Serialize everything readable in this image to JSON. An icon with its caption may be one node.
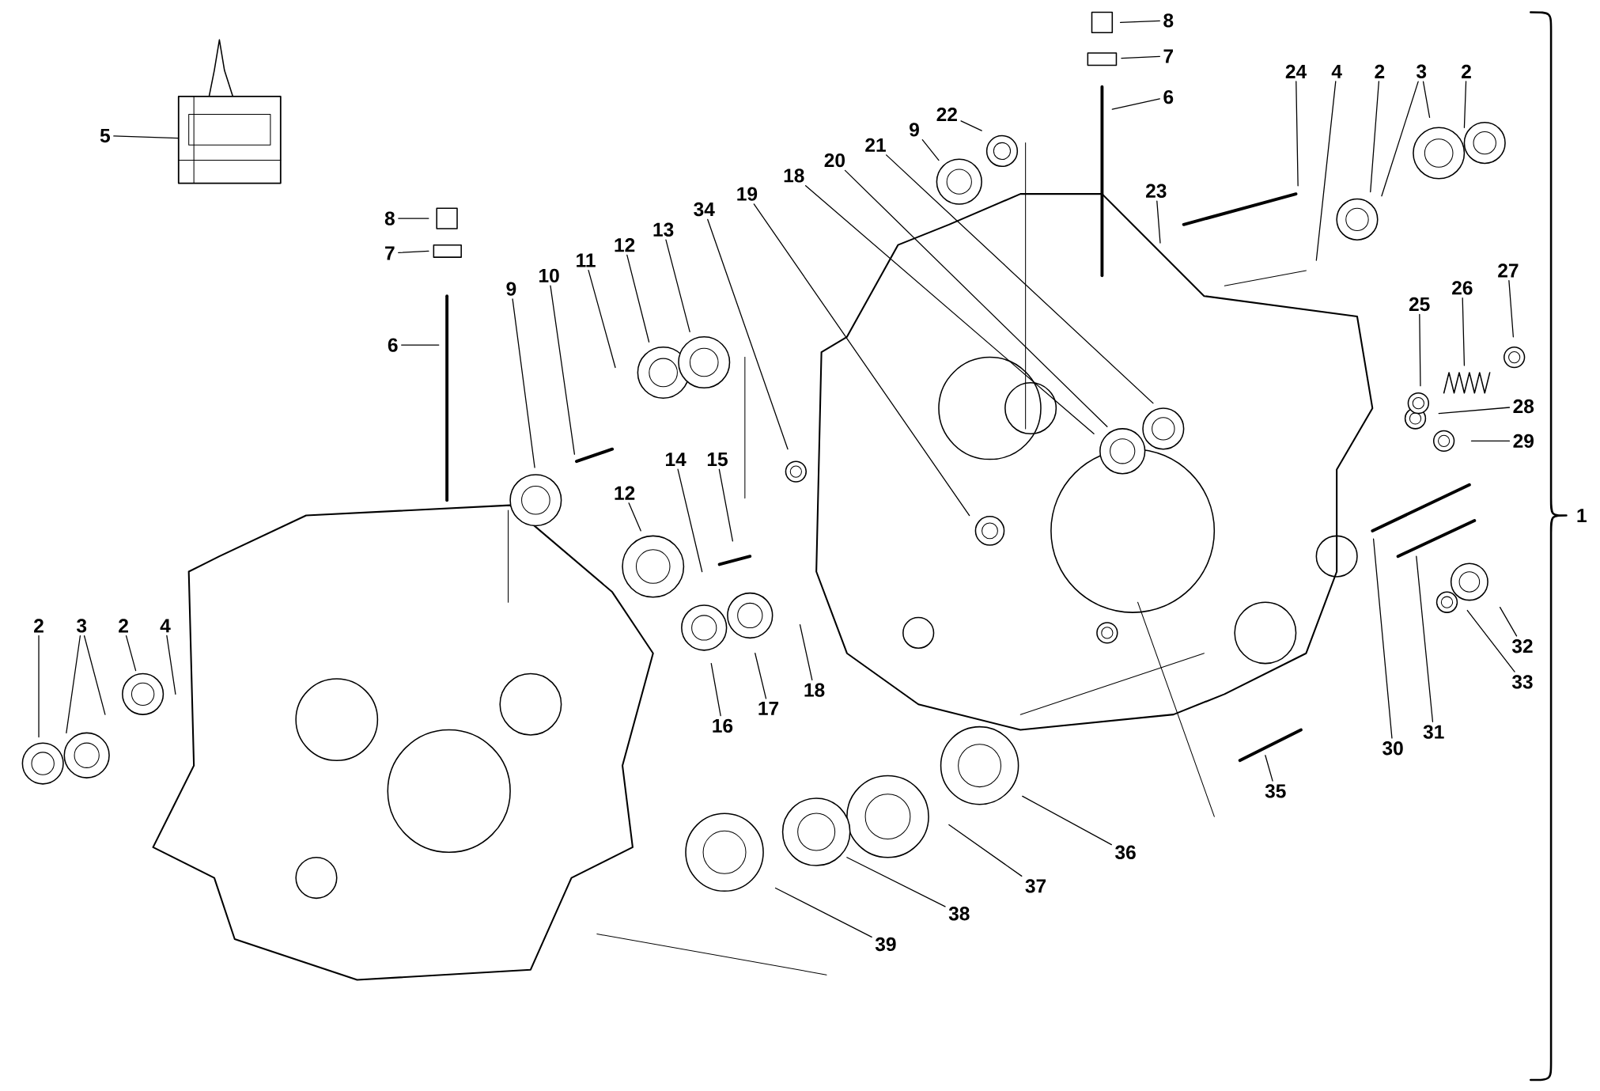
{
  "diagram": {
    "nodes": [
      {
        "text": [
          "5"
        ]
      },
      {
        "text": [
          "8"
        ]
      },
      {
        "text": [
          "7"
        ]
      },
      {
        "text": [
          "24"
        ]
      },
      {
        "text": [
          "4"
        ]
      },
      {
        "text": [
          "2"
        ]
      },
      {
        "text": [
          "3"
        ]
      },
      {
        "text": [
          "2"
        ]
      },
      {
        "text": [
          "6"
        ]
      },
      {
        "text": [
          "22"
        ]
      },
      {
        "text": [
          "9"
        ]
      },
      {
        "text": [
          "21"
        ]
      },
      {
        "text": [
          "20"
        ]
      },
      {
        "text": [
          "18"
        ]
      },
      {
        "text": [
          "23"
        ]
      },
      {
        "text": [
          "19"
        ]
      },
      {
        "text": [
          "34"
        ]
      },
      {
        "text": [
          "8"
        ]
      },
      {
        "text": [
          "13"
        ]
      },
      {
        "text": [
          "12"
        ]
      },
      {
        "text": [
          "7"
        ]
      },
      {
        "text": [
          "11"
        ]
      },
      {
        "text": [
          "27"
        ]
      },
      {
        "text": [
          "10"
        ]
      },
      {
        "text": [
          "26"
        ]
      },
      {
        "text": [
          "9"
        ]
      },
      {
        "text": [
          "25"
        ]
      },
      {
        "text": [
          "6"
        ]
      },
      {
        "text": [
          "28"
        ]
      },
      {
        "text": [
          "29"
        ]
      },
      {
        "text": [
          "14"
        ]
      },
      {
        "text": [
          "15"
        ]
      },
      {
        "text": [
          "12"
        ]
      },
      {
        "text": [
          "2"
        ]
      },
      {
        "text": [
          "3"
        ]
      },
      {
        "text": [
          "2"
        ]
      },
      {
        "text": [
          "4"
        ]
      },
      {
        "text": [
          "32"
        ]
      },
      {
        "text": [
          "33"
        ]
      },
      {
        "text": [
          "18"
        ]
      },
      {
        "text": [
          "17"
        ]
      },
      {
        "text": [
          "16"
        ]
      },
      {
        "text": [
          "31"
        ]
      },
      {
        "text": [
          "30"
        ]
      },
      {
        "text": [
          "35"
        ]
      },
      {
        "text": [
          "36"
        ]
      },
      {
        "text": [
          "37"
        ]
      },
      {
        "text": [
          "38"
        ]
      },
      {
        "text": [
          "39"
        ]
      },
      {
        "text": [],
        "shape": "picture"
      }
    ],
    "edges": [
      {
        "from": 0,
        "to": 49,
        "arrow": "none"
      },
      {
        "from": 1,
        "to": null,
        "arrow": "none"
      },
      {
        "from": 2,
        "to": null,
        "arrow": "none"
      },
      {
        "from": 3,
        "to": null,
        "arrow": "none"
      },
      {
        "from": 4,
        "to": null,
        "arrow": "none"
      },
      {
        "from": 5,
        "to": null,
        "arrow": "none"
      },
      {
        "from": 6,
        "to": null,
        "arrow": "none"
      },
      {
        "from": 6,
        "to": null,
        "arrow": "none"
      },
      {
        "from": 7,
        "to": null,
        "arrow": "none"
      },
      {
        "from": 8,
        "to": null,
        "arrow": "none"
      },
      {
        "from": 9,
        "to": null,
        "arrow": "none"
      },
      {
        "from": 10,
        "to": null,
        "arrow": "none"
      },
      {
        "from": 11,
        "to": null,
        "arrow": "none"
      },
      {
        "from": 12,
        "to": null,
        "arrow": "none"
      },
      {
        "from": 13,
        "to": null,
        "arrow": "none"
      },
      {
        "from": 14,
        "to": null,
        "arrow": "none"
      },
      {
        "from": 15,
        "to": null,
        "arrow": "none"
      },
      {
        "from": 16,
        "to": null,
        "arrow": "none"
      },
      {
        "from": 17,
        "to": null,
        "arrow": "none"
      },
      {
        "from": 18,
        "to": null,
        "arrow": "none"
      },
      {
        "from": 19,
        "to": null,
        "arrow": "none"
      },
      {
        "from": 20,
        "to": null,
        "arrow": "none"
      },
      {
        "from": 21,
        "to": null,
        "arrow": "none"
      },
      {
        "from": 22,
        "to": null,
        "arrow": "none"
      },
      {
        "from": 23,
        "to": null,
        "arrow": "none"
      },
      {
        "from": 24,
        "to": null,
        "arrow": "none"
      },
      {
        "from": 25,
        "to": null,
        "arrow": "none"
      },
      {
        "from": 26,
        "to": null,
        "arrow": "none"
      },
      {
        "from": 27,
        "to": null,
        "arrow": "none"
      },
      {
        "from": 28,
        "to": null,
        "arrow": "none"
      },
      {
        "from": 29,
        "to": null,
        "arrow": "none"
      },
      {
        "from": 30,
        "to": null,
        "arrow": "none"
      },
      {
        "from": 31,
        "to": null,
        "arrow": "none"
      },
      {
        "from": 32,
        "to": null,
        "arrow": "none"
      },
      {
        "from": 33,
        "to": null,
        "arrow": "none"
      },
      {
        "from": 34,
        "to": null,
        "arrow": "none"
      },
      {
        "from": 34,
        "to": null,
        "arrow": "none"
      },
      {
        "from": 35,
        "to": null,
        "arrow": "none"
      },
      {
        "from": 36,
        "to": null,
        "arrow": "none"
      },
      {
        "from": 37,
        "to": null,
        "arrow": "none"
      },
      {
        "from": 38,
        "to": null,
        "arrow": "none"
      },
      {
        "from": 39,
        "to": null,
        "arrow": "none"
      },
      {
        "from": 40,
        "to": null,
        "arrow": "none"
      },
      {
        "from": 41,
        "to": null,
        "arrow": "none"
      },
      {
        "from": 42,
        "to": null,
        "arrow": "none"
      },
      {
        "from": 43,
        "to": null,
        "arrow": "none"
      },
      {
        "from": 44,
        "to": null,
        "arrow": "none"
      },
      {
        "from": 45,
        "to": null,
        "arrow": "none"
      },
      {
        "from": 46,
        "to": null,
        "arrow": "none"
      },
      {
        "from": 47,
        "to": null,
        "arrow": "none"
      },
      {
        "from": 48,
        "to": null,
        "arrow": "none"
      }
    ],
    "labels": [
      "1"
    ]
  }
}
